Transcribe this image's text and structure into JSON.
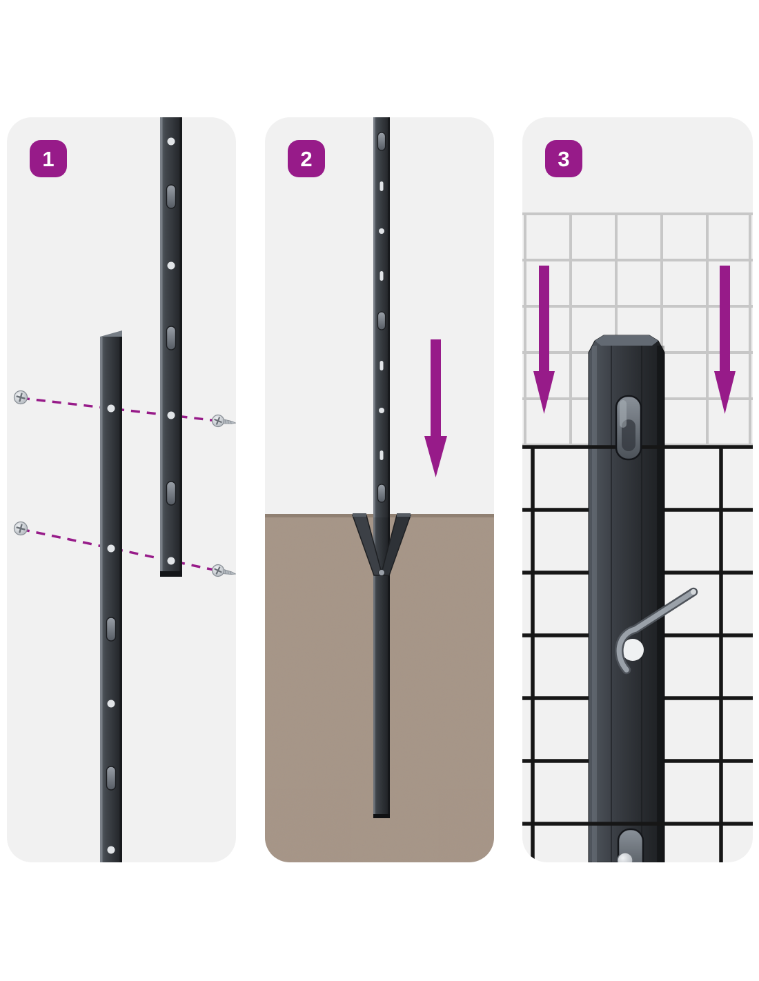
{
  "colors": {
    "accent": "#971b89",
    "page_bg": "#ffffff",
    "panel_bg": "#f1f1f1",
    "mesh_light": "#c7c7c7",
    "mesh_dark": "#161616",
    "ground": "#a89687",
    "post_dark": "#34383d",
    "metal_light": "#c9cdd2"
  },
  "steps": [
    {
      "number": "1",
      "scene": "screw-post-sections-together"
    },
    {
      "number": "2",
      "scene": "drive-post-into-ground-with-anchor-plate"
    },
    {
      "number": "3",
      "scene": "hook-mesh-onto-post-tabs"
    }
  ]
}
